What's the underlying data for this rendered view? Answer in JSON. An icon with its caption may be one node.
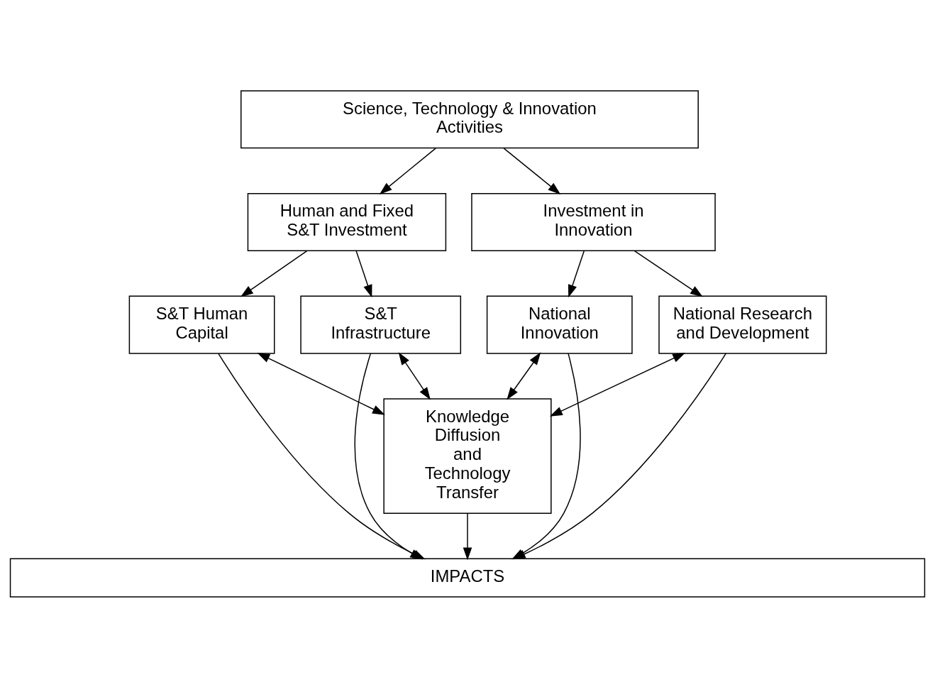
{
  "diagram": {
    "nodes": [
      {
        "text": [
          "Science, Technology & Innovation Activities"
        ]
      },
      {
        "text": [
          "Human and Fixed S&T Investment"
        ]
      },
      {
        "text": [
          "Investment in Innovation"
        ]
      },
      {
        "text": [
          "S&T Human Capital"
        ]
      },
      {
        "text": [
          "S&T Infrastructure"
        ]
      },
      {
        "text": [
          "National Innovation"
        ]
      },
      {
        "text": [
          "National Research and Development"
        ]
      },
      {
        "text": [
          "Knowledge Diffusion and Technology Transfer"
        ]
      },
      {
        "text": [
          "IMPACTS"
        ]
      }
    ],
    "edges": [
      {
        "from": 0,
        "to": 1,
        "arrow": "to"
      },
      {
        "from": 0,
        "to": 2,
        "arrow": "to"
      },
      {
        "from": 1,
        "to": 3,
        "arrow": "to"
      },
      {
        "from": 1,
        "to": 4,
        "arrow": "to"
      },
      {
        "from": 2,
        "to": 5,
        "arrow": "to"
      },
      {
        "from": 2,
        "to": 6,
        "arrow": "to"
      },
      {
        "from": 3,
        "to": 7,
        "arrow": "both"
      },
      {
        "from": 4,
        "to": 7,
        "arrow": "both"
      },
      {
        "from": 5,
        "to": 7,
        "arrow": "both"
      },
      {
        "from": 6,
        "to": 7,
        "arrow": "both"
      },
      {
        "from": 3,
        "to": 8,
        "arrow": "to"
      },
      {
        "from": 4,
        "to": 8,
        "arrow": "to"
      },
      {
        "from": 7,
        "to": 8,
        "arrow": "to"
      },
      {
        "from": 5,
        "to": 8,
        "arrow": "to"
      },
      {
        "from": 6,
        "to": 8,
        "arrow": "to"
      }
    ]
  }
}
